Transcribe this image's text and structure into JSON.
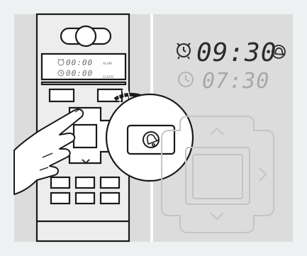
{
  "remote_display": {
    "alarm_time": "00:00",
    "alarm_tag": "ALAM",
    "clock_time": "00:00",
    "clock_tag": "CLOCK"
  },
  "zoom_display": {
    "alarm_time": "09:30",
    "clock_time": "07:30"
  },
  "icons": [
    "alarm-clock-icon",
    "clock-icon",
    "bell-icon",
    "chevron-up-icon",
    "chevron-down-icon",
    "chevron-right-icon",
    "pointing-hand-icon",
    "curved-arrow-icon"
  ],
  "colors": {
    "outer_background": "#eef1f2",
    "panel_background": "#dcdcdc",
    "line_art": "#1a1a1a",
    "zoom_dark": "#2a2a2a",
    "zoom_faded": "#a8a8a8",
    "zoom_faint": "#c4c4c4"
  }
}
